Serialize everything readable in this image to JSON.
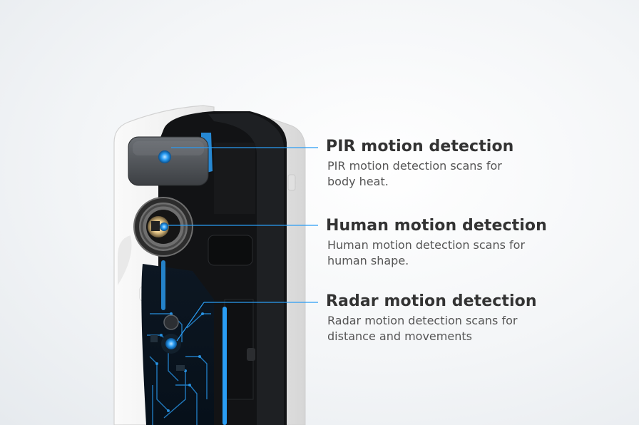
{
  "features": [
    {
      "title": "PIR motion detection",
      "description": "PIR motion detection scans for body heat."
    },
    {
      "title": "Human motion detection",
      "description": "Human motion detection scans for human shape."
    },
    {
      "title": "Radar motion detection",
      "description": "Radar motion detection scans for distance and movements"
    }
  ],
  "colors": {
    "accent": "#2a9df4",
    "title_text": "#333333",
    "body_text": "#555555",
    "device_shell": "#f5f5f5",
    "device_core": "#111111"
  }
}
